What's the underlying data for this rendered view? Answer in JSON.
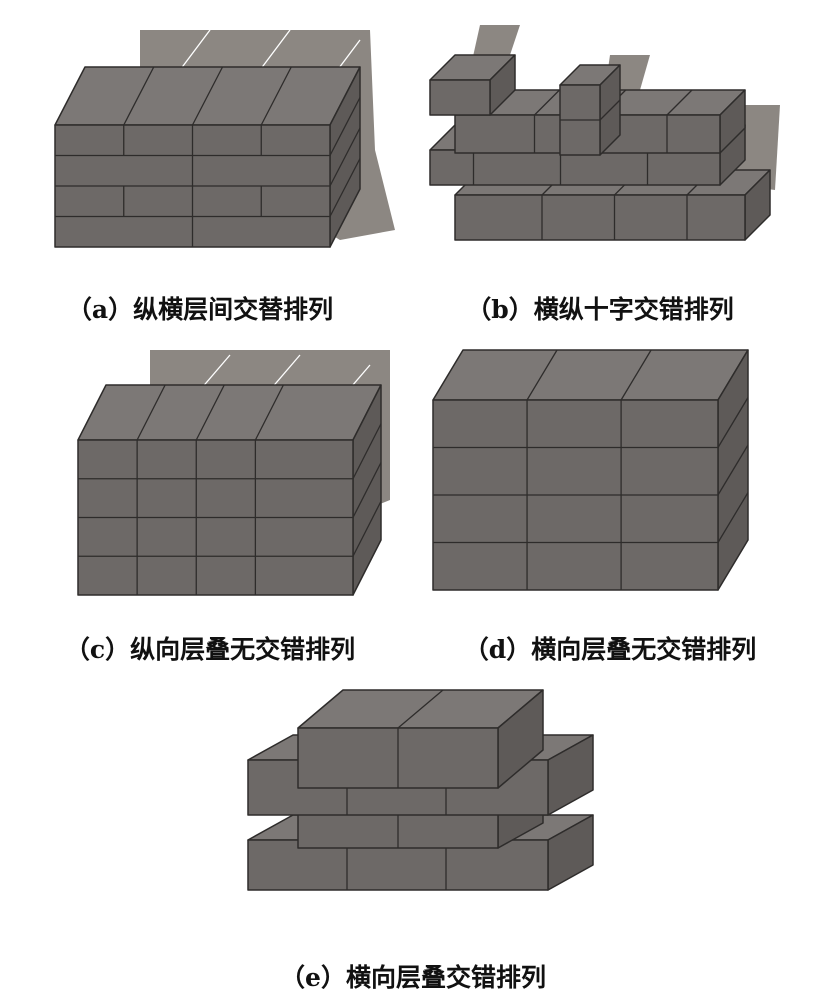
{
  "panels": [
    {
      "id": "a",
      "caption": "（a）纵横层间交替排列"
    },
    {
      "id": "b",
      "caption": "（b）横纵十字交错排列"
    },
    {
      "id": "c",
      "caption": "（c）纵向层叠无交错排列"
    },
    {
      "id": "d",
      "caption": "（d）横向层叠无交错排列"
    },
    {
      "id": "e",
      "caption": "（e）横向层叠交错排列"
    }
  ],
  "colors": {
    "front": "#6d6967",
    "top": "#7c7876",
    "side": "#5e5a58",
    "shadow": "#8c8782",
    "edge": "#2e2c2b"
  }
}
